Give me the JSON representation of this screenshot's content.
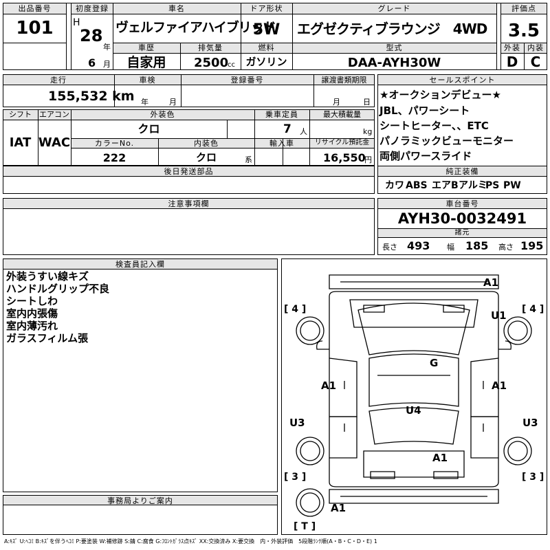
{
  "header": {
    "lot_label": "出品番号",
    "lot": "101",
    "first_reg_label": "初度登録",
    "era": "H",
    "year": "28",
    "year_unit": "年",
    "month": "6",
    "month_unit": "月",
    "name_label": "車名",
    "name": "ヴェルファイアハイブリッド",
    "door_label": "ドア形状",
    "door": "5W",
    "grade_label": "グレード",
    "grade": "エグゼクティブラウンジ　4WD",
    "score_label": "評価点",
    "score": "3.5",
    "history_label": "車歴",
    "history": "自家用",
    "displacement_label": "排気量",
    "displacement": "2500",
    "displacement_unit": "cc",
    "fuel_label": "燃料",
    "fuel": "ガソリン",
    "model_label": "型式",
    "model": "DAA-AYH30W",
    "exterior_label": "外装",
    "exterior": "D",
    "interior_label": "内装",
    "interior": "C"
  },
  "row2": {
    "mileage_label": "走行",
    "mileage": "155,532 km",
    "inspection_label": "車検",
    "insp_year_unit": "年",
    "insp_month_unit": "月",
    "reg_label": "登録番号",
    "doc_label": "譲渡書類期限",
    "doc_month_unit": "月",
    "doc_day_unit": "日"
  },
  "spec": {
    "shift_label": "シフト",
    "shift": "IAT",
    "ac_label": "エアコン",
    "ac": "WAC",
    "color_label": "外装色",
    "color": "クロ",
    "capacity_label": "乗車定員",
    "capacity": "7",
    "capacity_unit": "人",
    "load_label": "最大積載量",
    "load_unit": "kg",
    "colorno_label": "カラーNo.",
    "colorno": "222",
    "intcolor_label": "内装色",
    "intcolor": "クロ",
    "intcolor_unit": "系",
    "import_label": "輸入車",
    "recycle_label": "リサイクル預託金",
    "recycle": "16,550",
    "recycle_unit": "円"
  },
  "later_parts_label": "後日発送部品",
  "sales_points": {
    "label": "セールスポイント",
    "items": [
      "★オークションデビュー★",
      "JBL、パワーシート",
      "シートヒーター、、ETC",
      "パノラミックビューモニター",
      "両側パワースライド"
    ]
  },
  "equipment": {
    "label": "純正装備",
    "items": [
      "カワ",
      "ABS",
      "エアB",
      "アルミ",
      "PS",
      "PW"
    ]
  },
  "notes_label": "注意事項欄",
  "chassis": {
    "label": "車台番号",
    "number": "AYH30-0032491"
  },
  "dims": {
    "label": "諸元",
    "length_label": "長さ",
    "length": "493",
    "width_label": "幅",
    "width": "185",
    "height_label": "高さ",
    "height": "195"
  },
  "inspector": {
    "label": "検査員記入欄",
    "lines": [
      "外装うすい線キズ",
      "ハンドルグリップ不良",
      "シートしわ",
      "室内内張傷",
      "室内薄汚れ",
      "ガラスフィルム張"
    ]
  },
  "office_label": "事務局よりご案内",
  "diagram": {
    "marks": [
      "A1",
      "U1",
      "G",
      "A1",
      "A1",
      "U4",
      "U3",
      "U3",
      "A1",
      "A1"
    ],
    "tire_labels": [
      "[ 4 ]",
      "[ 4 ]",
      "[ 3 ]",
      "[ 3 ]",
      "[ T ]"
    ]
  },
  "legend": "A:ｷｽﾞ U:ﾍｺﾐ B:ｷｽﾞを伴うﾍｺﾐ P:要塗装 W:補修跡 S:錆 C:腐食 G:ﾌﾛﾝﾄｶﾞﾗｽ点ｷｽﾞ XX:交換済み X:要交換　内・外装評価　5段階ﾗﾝｸ順(A・B・C・D・E) 1"
}
